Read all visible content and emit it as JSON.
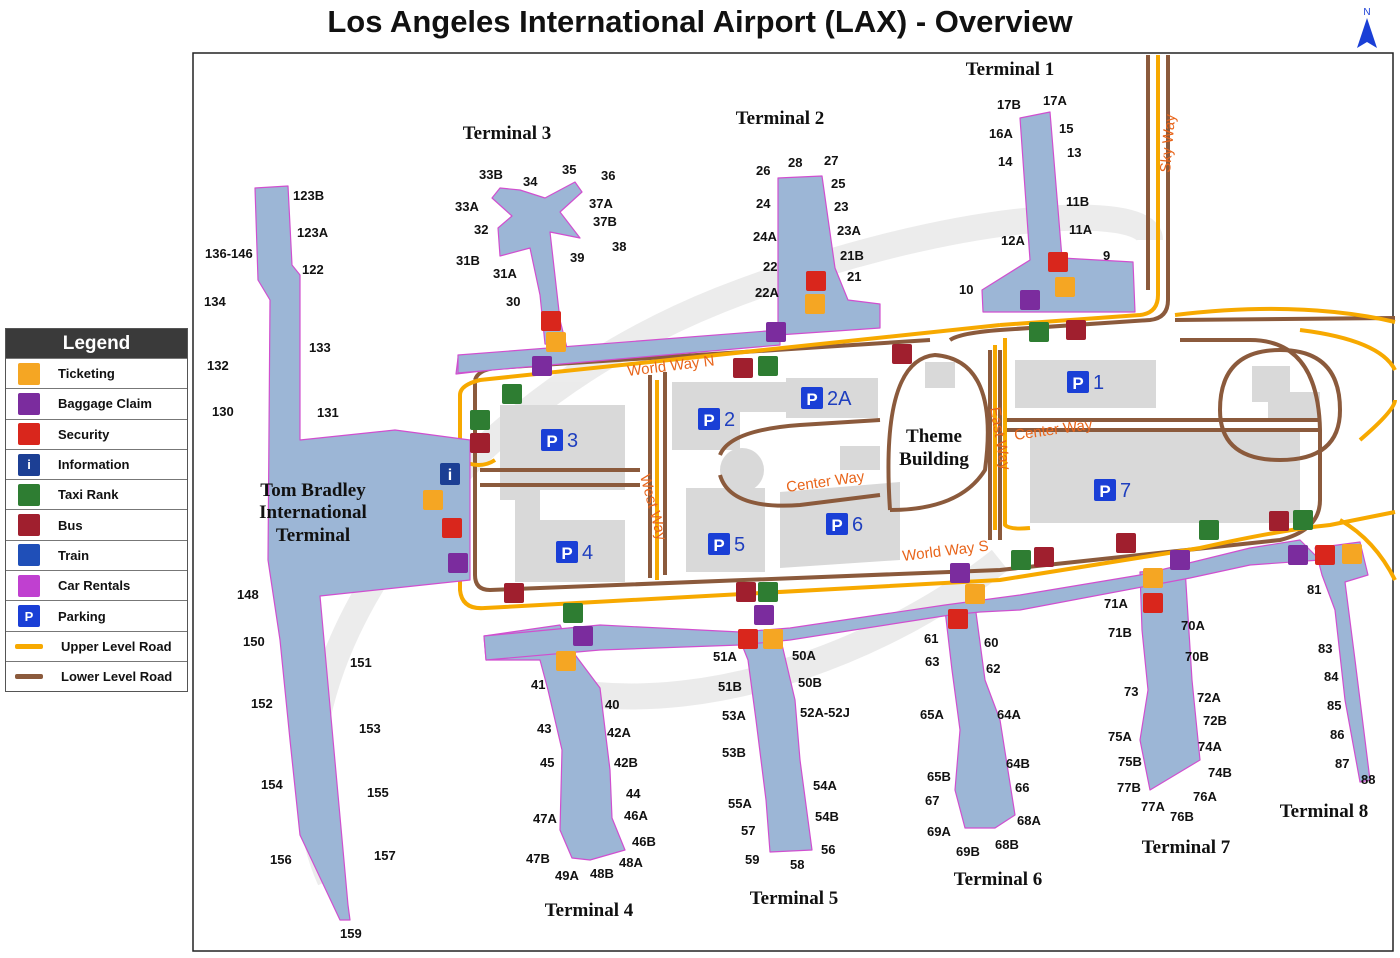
{
  "title": "Los Angeles International Airport (LAX) - Overview",
  "compass": {
    "label": "N",
    "icon": "north-arrow-icon"
  },
  "legend": {
    "title": "Legend",
    "items": [
      {
        "label": "Ticketing",
        "icon": "ticketing-icon",
        "color": "#f5a623"
      },
      {
        "label": "Baggage Claim",
        "icon": "baggage-claim-icon",
        "color": "#7b2c9e"
      },
      {
        "label": "Security",
        "icon": "security-icon",
        "color": "#d9261c"
      },
      {
        "label": "Information",
        "icon": "information-icon",
        "color": "#1c3f94"
      },
      {
        "label": "Taxi Rank",
        "icon": "taxi-icon",
        "color": "#2e7d32"
      },
      {
        "label": "Bus",
        "icon": "bus-icon",
        "color": "#a01f2e"
      },
      {
        "label": "Train",
        "icon": "train-icon",
        "color": "#1f4fb8"
      },
      {
        "label": "Car Rentals",
        "icon": "car-rental-icon",
        "color": "#c040d0"
      },
      {
        "label": "Parking",
        "icon": "parking-icon",
        "color": "#1a3fd6"
      },
      {
        "label": "Upper Level Road",
        "icon": "upper-road-line",
        "color": "#f7a900"
      },
      {
        "label": "Lower Level  Road",
        "icon": "lower-road-line",
        "color": "#8b5a3c"
      }
    ]
  },
  "terminals": {
    "t1": "Terminal 1",
    "t2": "Terminal 2",
    "t3": "Terminal 3",
    "t4": "Terminal 4",
    "t5": "Terminal 5",
    "t6": "Terminal 6",
    "t7": "Terminal 7",
    "t8": "Terminal 8",
    "tbit": [
      "Tom Bradley",
      "International",
      "Terminal"
    ],
    "theme": [
      "Theme",
      "Building"
    ]
  },
  "roads": {
    "world_way_n": "World Way N",
    "world_way_s": "World Way S",
    "west_way": "West Way",
    "east_way": "East Way",
    "center_way_1": "Center Way",
    "center_way_2": "Center Way",
    "sky_way": "Sky Way"
  },
  "parking": {
    "p1": "1",
    "p2": "2",
    "p2a": "2A",
    "p3": "3",
    "p4": "4",
    "p5": "5",
    "p6": "6",
    "p7": "7",
    "p_letter": "P"
  },
  "gates": {
    "t1": [
      "17B",
      "17A",
      "15",
      "16A",
      "13",
      "14",
      "11B",
      "11A",
      "12A",
      "9",
      "10"
    ],
    "t2": [
      "26",
      "28",
      "27",
      "25",
      "24",
      "23",
      "24A",
      "23A",
      "22",
      "21B",
      "21",
      "22A"
    ],
    "t3": [
      "33B",
      "34",
      "35",
      "36",
      "37A",
      "33A",
      "37B",
      "32",
      "38",
      "31B",
      "39",
      "31A",
      "30"
    ],
    "tbit": [
      "123B",
      "123A",
      "136-146",
      "122",
      "134",
      "133",
      "132",
      "130",
      "131",
      "148",
      "150",
      "151",
      "152",
      "153",
      "154",
      "155",
      "156",
      "157",
      "159"
    ],
    "t4": [
      "41",
      "40",
      "43",
      "42A",
      "45",
      "42B",
      "44",
      "47A",
      "46A",
      "46B",
      "47B",
      "48A",
      "49A",
      "48B"
    ],
    "t5": [
      "51A",
      "50A",
      "51B",
      "50B",
      "53A",
      "52A-52J",
      "53B",
      "54A",
      "55A",
      "54B",
      "57",
      "56",
      "59",
      "58"
    ],
    "t6": [
      "61",
      "60",
      "63",
      "62",
      "65A",
      "64A",
      "64B",
      "65B",
      "66",
      "67",
      "68A",
      "69A",
      "69B",
      "68B"
    ],
    "t7": [
      "71A",
      "71B",
      "70A",
      "70B",
      "73",
      "72A",
      "72B",
      "75A",
      "74A",
      "75B",
      "74B",
      "77B",
      "76A",
      "77A",
      "76B"
    ],
    "t8": [
      "81",
      "83",
      "84",
      "85",
      "86",
      "87",
      "88"
    ]
  }
}
